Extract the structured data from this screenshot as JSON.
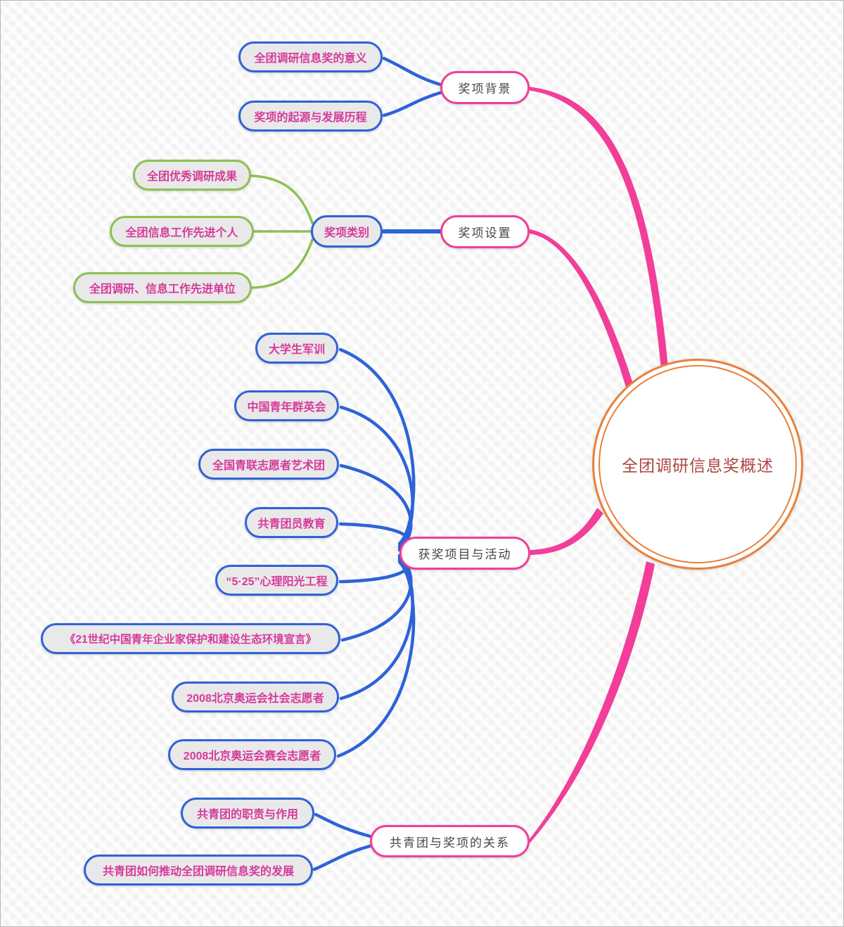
{
  "mindmap": {
    "colors": {
      "pink": "#F23E98",
      "blue": "#2E63D8",
      "green": "#8CC152",
      "orange": "#E8813B",
      "root_text": "#AC4640",
      "child_text": "#D63A9B",
      "topic_text": "#41464C",
      "child_fill": "#E9E9E9"
    },
    "root": {
      "label": "全团调研信息奖概述"
    },
    "branches": [
      {
        "label": "奖项背景",
        "children": [
          {
            "label": "全团调研信息奖的意义"
          },
          {
            "label": "奖项的起源与发展历程"
          }
        ]
      },
      {
        "label": "奖项设置",
        "children": [
          {
            "label": "奖项类别",
            "children": [
              {
                "label": "全团优秀调研成果"
              },
              {
                "label": "全团信息工作先进个人"
              },
              {
                "label": "全团调研、信息工作先进单位"
              }
            ]
          }
        ]
      },
      {
        "label": "获奖项目与活动",
        "children": [
          {
            "label": "大学生军训"
          },
          {
            "label": "中国青年群英会"
          },
          {
            "label": "全国青联志愿者艺术团"
          },
          {
            "label": "共青团员教育"
          },
          {
            "label": "“5·25”心理阳光工程"
          },
          {
            "label": "《21世纪中国青年企业家保护和建设生态环境宣言》"
          },
          {
            "label": "2008北京奥运会社会志愿者"
          },
          {
            "label": "2008北京奥运会赛会志愿者"
          }
        ]
      },
      {
        "label": "共青团与奖项的关系",
        "children": [
          {
            "label": "共青团的职责与作用"
          },
          {
            "label": "共青团如何推动全团调研信息奖的发展"
          }
        ]
      }
    ]
  }
}
